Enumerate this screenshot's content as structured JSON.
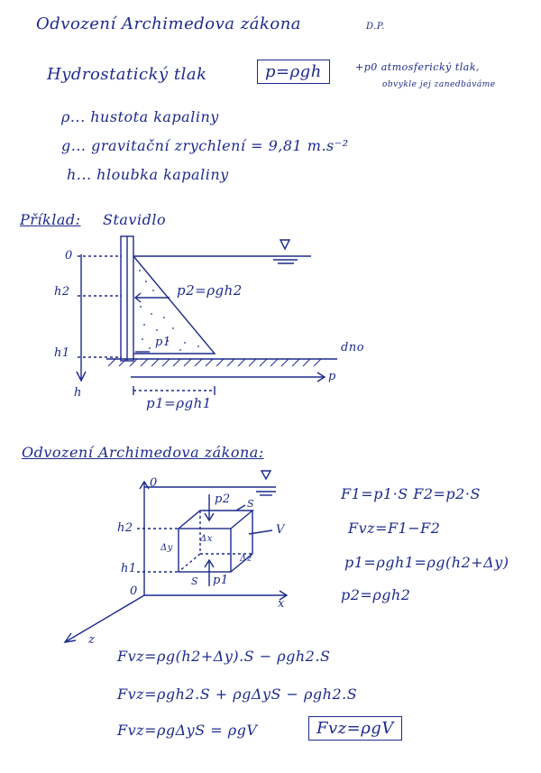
{
  "title": "Odvození Archimedova zákona",
  "author": "D.P.",
  "hydro": {
    "label": "Hydrostatický tlak",
    "formula": "p=ρgh",
    "note1": "+p0 atmosferický tlak,",
    "note2": "obvykle jej zanedbáváme"
  },
  "definitions": [
    "ρ... hustota kapaliny",
    "g... gravitační zrychlení = 9,81 m.s⁻²",
    "h... hloubka kapaliny"
  ],
  "example": {
    "heading": "Příklad:",
    "subject": "Stavidlo",
    "labels": {
      "zero": "0",
      "h2": "h2",
      "h1": "h1",
      "h": "h",
      "p2": "p2=ρgh2",
      "p1": "p1",
      "p1_formula": "p1=ρgh1",
      "dno": "dno",
      "p_axis": "p"
    }
  },
  "derivation": {
    "heading": "Odvození Archimedova zákona:",
    "diagram_labels": {
      "zero_top": "0",
      "h2": "h2",
      "h1": "h1",
      "zero_bottom": "0",
      "p2": "p2",
      "p1": "p1",
      "s_top": "S",
      "s_bottom": "S",
      "dx": "Δx",
      "dy": "Δy",
      "dz": "Δz",
      "v": "V",
      "x": "x",
      "z": "z"
    },
    "equations_right": [
      "F1=p1·S  F2=p2·S",
      "Fvz=F1−F2",
      "p1=ρgh1=ρg(h2+Δy)",
      "p2=ρgh2"
    ],
    "equations_bottom": [
      "Fvz=ρg(h2+Δy).S − ρgh2.S",
      "Fvz=ρgh2.S + ρgΔyS − ρgh2.S",
      "Fvz=ρgΔyS = ρgV"
    ],
    "result": "Fvz=ρgV"
  }
}
